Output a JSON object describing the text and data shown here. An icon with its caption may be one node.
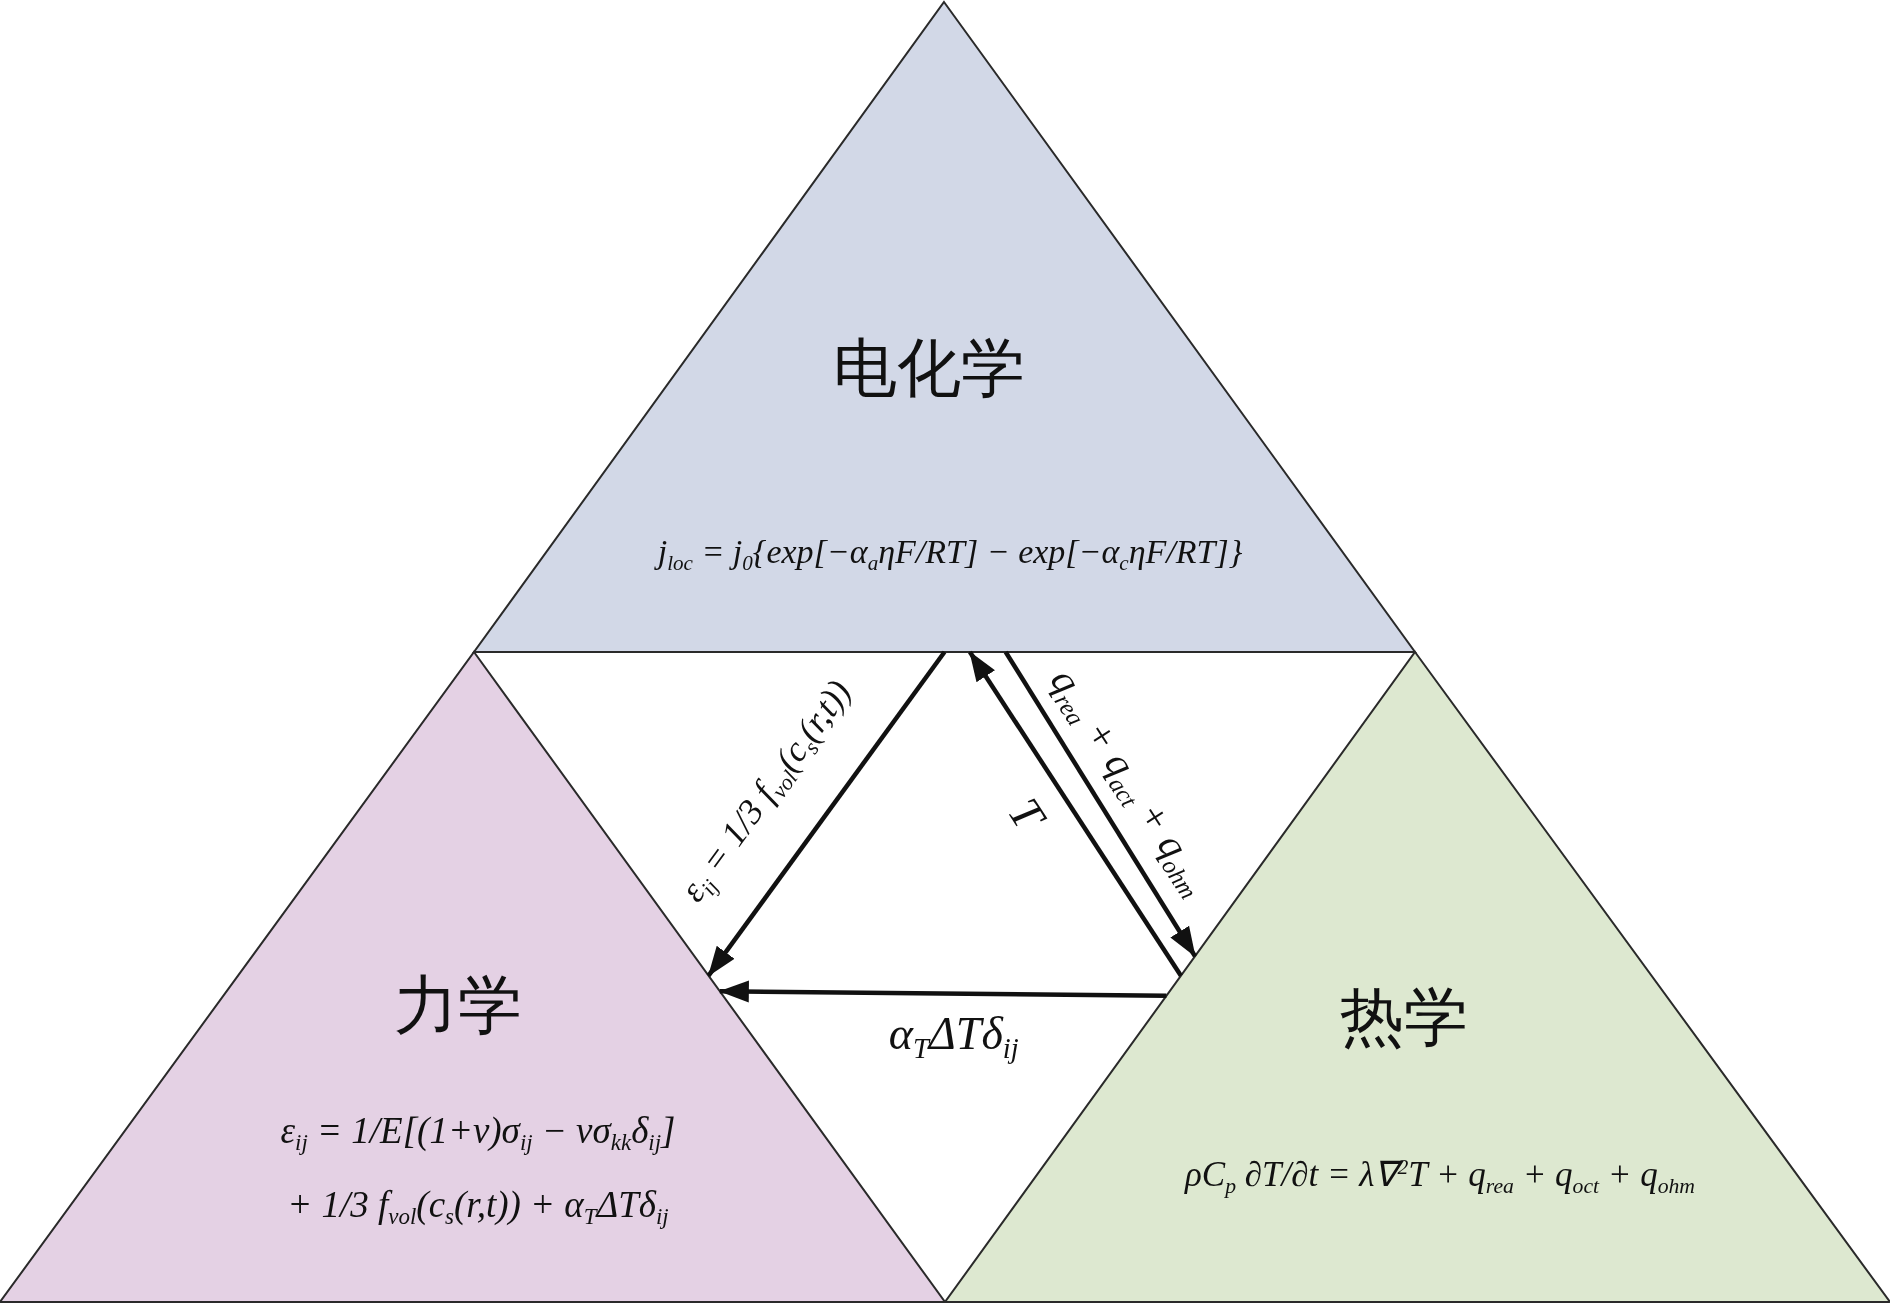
{
  "diagram": {
    "nodes": [
      {
        "text": [
          "电化学",
          "j$_{loc}$ = j$_{0}${exp[−α$_{a}$ηF/RT] − exp[−α$_{c}$ηF/RT]}"
        ]
      },
      {
        "text": [
          "力学",
          "ε$_{ij}$ = 1/E[(1+ν)σ$_{ij}$ − νσ$_{kk}$δ$_{ij}$] + 1/3 f$_{vol}$(c$_{s}$(r,t)) + α$_{T}$ΔTδ$_{ij}$"
        ]
      },
      {
        "text": [
          "热学",
          "ρC$_{p}$ ∂T/∂t = λ∇$^{2}$T + q$_{rea}$ + q$_{oct}$ + q$_{ohm}$"
        ]
      }
    ],
    "edges": [
      {
        "from": 0,
        "to": 1,
        "arrow": "to",
        "label": "ε$_{ij}$ = 1/3 f$_{vol}$(c$_{s}$(r,t))"
      },
      {
        "from": 2,
        "to": 0,
        "arrow": "to",
        "label": "T"
      },
      {
        "from": 0,
        "to": 2,
        "arrow": "to",
        "label": "q$_{rea}$ + q$_{act}$ + q$_{ohm}$"
      },
      {
        "from": 2,
        "to": 1,
        "arrow": "to",
        "label": "α$_{T}$ΔTδ$_{ij}$"
      }
    ]
  }
}
